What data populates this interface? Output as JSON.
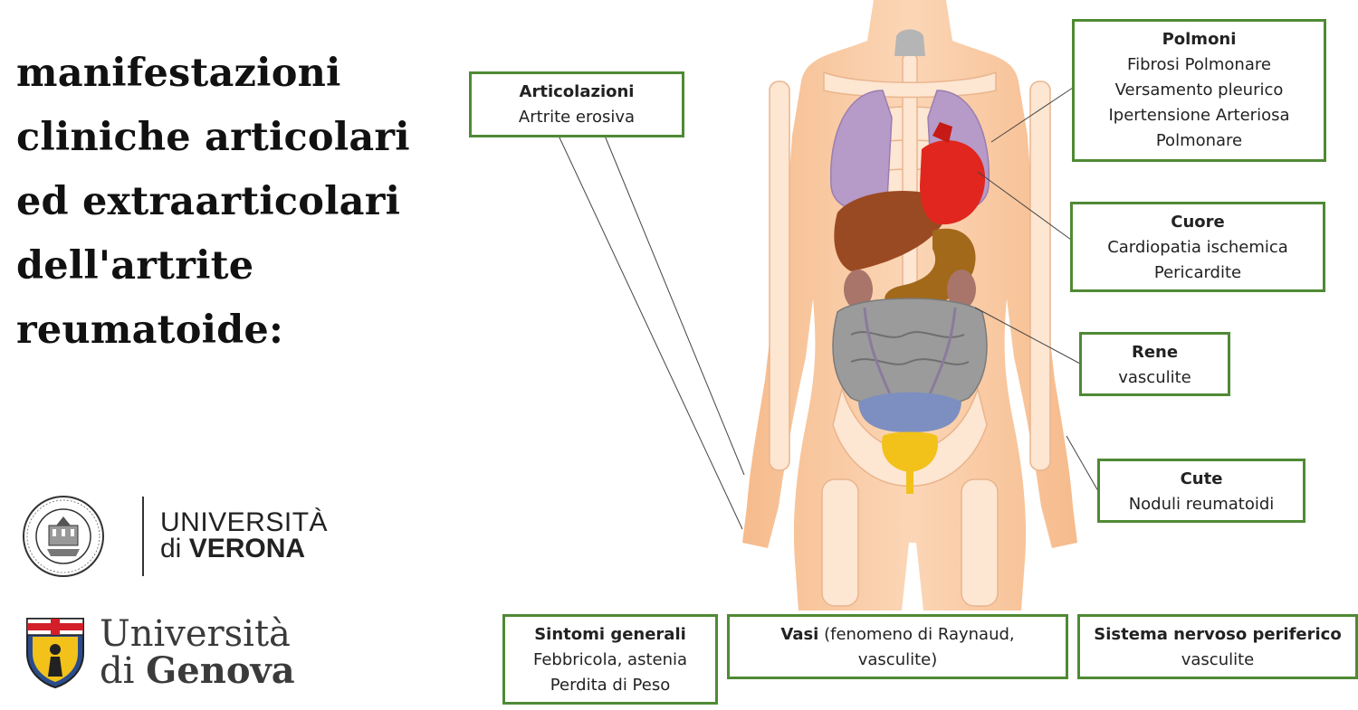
{
  "title_lines": [
    "manifestazioni",
    "cliniche articolari",
    "ed extraarticolari",
    "dell'artrite",
    "reumatoide:"
  ],
  "logos": {
    "verona": {
      "line1": "UNIVERSITÀ",
      "line2_prefix": "di",
      "line2_bold": "VERONA"
    },
    "genova": {
      "line1": "Università",
      "line2_prefix": "di",
      "line2_bold": "Genova"
    }
  },
  "colors": {
    "box_border": "#4f8a34",
    "skin": "#f7c49a",
    "lungs": "#b69ac8",
    "heart": "#e0261e",
    "liver": "#9a4a22",
    "bladder": "#f2c21a",
    "kidney": "#a9746a"
  },
  "boxes": {
    "articolazioni": {
      "heading": "Articolazioni",
      "lines": [
        "Artrite erosiva"
      ]
    },
    "polmoni": {
      "heading": "Polmoni",
      "lines": [
        "Fibrosi Polmonare",
        "Versamento pleurico",
        "Ipertensione Arteriosa",
        "Polmonare"
      ]
    },
    "cuore": {
      "heading": "Cuore",
      "lines": [
        "Cardiopatia ischemica",
        "Pericardite"
      ]
    },
    "rene": {
      "heading": "Rene",
      "lines": [
        "vasculite"
      ]
    },
    "cute": {
      "heading": "Cute",
      "lines": [
        "Noduli reumatoidi"
      ]
    },
    "sintomi": {
      "heading": "Sintomi generali",
      "lines": [
        "Febbricola, astenia",
        "Perdita di Peso"
      ]
    },
    "vasi": {
      "heading": "Vasi",
      "rest": " (fenomeno di Raynaud,",
      "lines": [
        "vasculite)"
      ]
    },
    "sistema": {
      "heading": "Sistema nervoso periferico",
      "lines": [
        "vasculite"
      ]
    }
  }
}
